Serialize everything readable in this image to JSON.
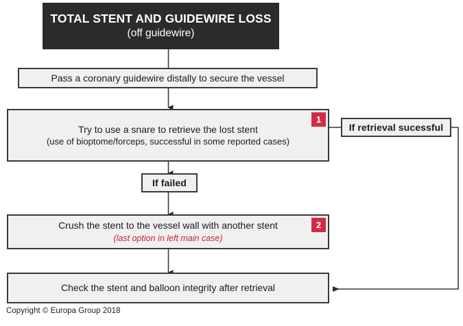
{
  "figure": {
    "title_main": "TOTAL STENT AND GUIDEWIRE LOSS",
    "title_sub": "(off guidewire)",
    "copyright": "Copyright © Europa Group 2018",
    "colors": {
      "header_bg": "#2b2b2b",
      "node_bg": "#f0f0f0",
      "node_border": "#3a3a3a",
      "badge_red": "#d22c45",
      "note_red": "#c8203c",
      "arrow": "#2b2b2b",
      "page_bg": "#ffffff"
    }
  },
  "nodes": {
    "step_guidewire": {
      "text": "Pass a coronary guidewire distally to secure the vessel"
    },
    "step_snare": {
      "line1": "Try to use a snare to retrieve the lost stent",
      "line2": "(use of bioptome/forceps, successful in some reported cases)",
      "badge": "1"
    },
    "decision_failed": {
      "text": "If failed"
    },
    "decision_successful": {
      "text": "If retrieval sucessful"
    },
    "step_crush": {
      "line1": "Crush the stent to the vessel wall with another stent",
      "note": "(last option in left main case)",
      "badge": "2"
    },
    "step_check": {
      "text": "Check the stent and balloon integrity after retrieval"
    }
  }
}
